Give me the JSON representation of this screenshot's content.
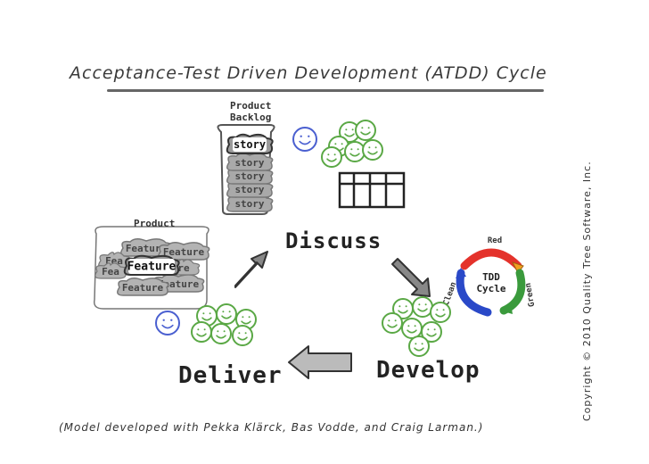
{
  "title": "Acceptance-Test Driven Development (ATDD) Cycle",
  "stages": {
    "discuss": "Discuss",
    "develop": "Develop",
    "deliver": "Deliver"
  },
  "backlog": {
    "label": "Product\nBacklog",
    "story_label": "story",
    "ghost_label": "story"
  },
  "product": {
    "label": "Product",
    "feature_label": "Feature",
    "ghost_label": "Feature",
    "partial_labels": [
      "Fea",
      "Fea",
      "re"
    ]
  },
  "tdd": {
    "center_label": "TDD\nCycle",
    "red": "Red",
    "green": "Green",
    "clean": "Clean"
  },
  "footnote": "(Model developed with Pekka Klärck, Bas Vodde, and Craig Larman.)",
  "copyright": "Copyright © 2010 Quality Tree Software, Inc.",
  "colors": {
    "team_face": "#5aa845",
    "customer_face": "#4a5fd0",
    "red_arrow": "#e4322b",
    "green_arrow": "#3a9a3c",
    "blue_arrow": "#2a49c8",
    "orange_arrow": "#f0a020"
  }
}
